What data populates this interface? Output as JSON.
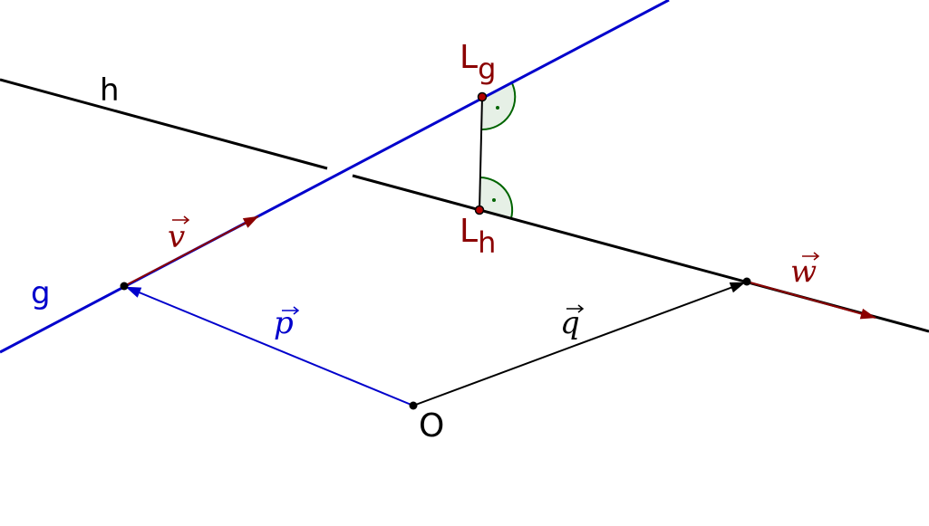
{
  "labels": {
    "line_h": "h",
    "line_g": "g",
    "point_Lg": "L",
    "point_Lg_sub": "g",
    "point_Lh": "L",
    "point_Lh_sub": "h",
    "origin": "O",
    "vector_v": "v",
    "vector_p": "p",
    "vector_q": "q",
    "vector_w": "w"
  },
  "colors": {
    "line_g": "#0000cc",
    "line_h": "#000000",
    "vector_red": "#8b0000",
    "right_angle": "#006400",
    "right_angle_fill": "#e6f0e6"
  }
}
